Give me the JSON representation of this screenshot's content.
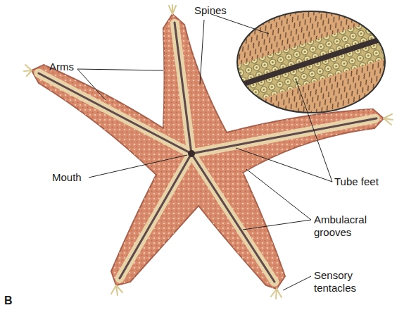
{
  "diagram": {
    "labels": [
      "Spines",
      "Arms",
      "Mouth",
      "Tube feet",
      "Ambulacral grooves",
      "Sensory tentacles",
      "B"
    ]
  }
}
